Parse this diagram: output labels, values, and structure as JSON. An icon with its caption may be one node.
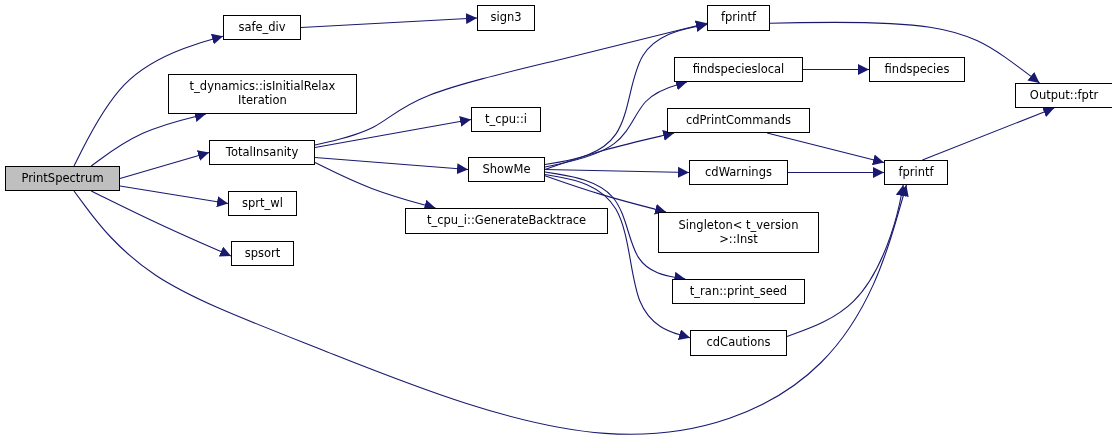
{
  "diagram": {
    "nodes": [
      {
        "text": [
          "PrintSpectrum"
        ]
      },
      {
        "text": [
          "safe_div"
        ]
      },
      {
        "text": [
          "t_dynamics::isInitialRelax Iteration"
        ]
      },
      {
        "text": [
          "TotalInsanity"
        ]
      },
      {
        "text": [
          "sprt_wl"
        ]
      },
      {
        "text": [
          "spsort"
        ]
      },
      {
        "text": [
          "sign3"
        ]
      },
      {
        "text": [
          "t_cpu::i"
        ]
      },
      {
        "text": [
          "ShowMe"
        ]
      },
      {
        "text": [
          "t_cpu_i::GenerateBacktrace"
        ]
      },
      {
        "text": [
          "fprintf"
        ]
      },
      {
        "text": [
          "findspecieslocal"
        ]
      },
      {
        "text": [
          "cdPrintCommands"
        ]
      },
      {
        "text": [
          "cdWarnings"
        ]
      },
      {
        "text": [
          "Singleton< t_version >::Inst"
        ]
      },
      {
        "text": [
          "t_ran::print_seed"
        ]
      },
      {
        "text": [
          "cdCautions"
        ]
      },
      {
        "text": [
          "findspecies"
        ]
      },
      {
        "text": [
          "fprintf"
        ]
      },
      {
        "text": [
          "Output::fptr"
        ]
      }
    ],
    "edges": [
      {
        "from": 0,
        "to": 1,
        "arrow": "to"
      },
      {
        "from": 0,
        "to": 2,
        "arrow": "to"
      },
      {
        "from": 0,
        "to": 3,
        "arrow": "to"
      },
      {
        "from": 0,
        "to": 4,
        "arrow": "to"
      },
      {
        "from": 0,
        "to": 5,
        "arrow": "to"
      },
      {
        "from": 0,
        "to": 18,
        "arrow": "to"
      },
      {
        "from": 1,
        "to": 6,
        "arrow": "to"
      },
      {
        "from": 3,
        "to": 10,
        "arrow": "to"
      },
      {
        "from": 3,
        "to": 7,
        "arrow": "to"
      },
      {
        "from": 3,
        "to": 8,
        "arrow": "to"
      },
      {
        "from": 3,
        "to": 9,
        "arrow": "to"
      },
      {
        "from": 8,
        "to": 10,
        "arrow": "to"
      },
      {
        "from": 8,
        "to": 11,
        "arrow": "to"
      },
      {
        "from": 8,
        "to": 12,
        "arrow": "to"
      },
      {
        "from": 8,
        "to": 13,
        "arrow": "to"
      },
      {
        "from": 8,
        "to": 14,
        "arrow": "to"
      },
      {
        "from": 8,
        "to": 15,
        "arrow": "to"
      },
      {
        "from": 8,
        "to": 16,
        "arrow": "to"
      },
      {
        "from": 10,
        "to": 19,
        "arrow": "to"
      },
      {
        "from": 11,
        "to": 17,
        "arrow": "to"
      },
      {
        "from": 12,
        "to": 18,
        "arrow": "to"
      },
      {
        "from": 13,
        "to": 18,
        "arrow": "to"
      },
      {
        "from": 16,
        "to": 18,
        "arrow": "to"
      },
      {
        "from": 18,
        "to": 19,
        "arrow": "to"
      }
    ]
  }
}
